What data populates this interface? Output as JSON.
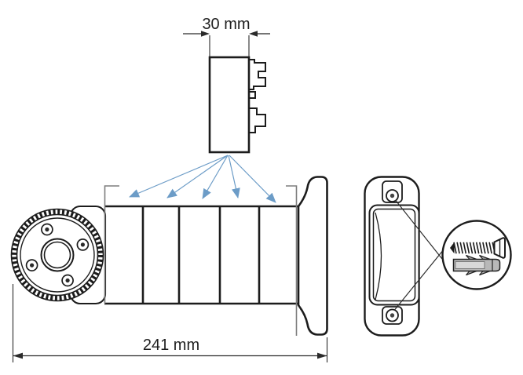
{
  "diagram": {
    "dimension_adapter_width": "30 mm",
    "dimension_motor_length": "241 mm"
  },
  "colors": {
    "line": "#1c1c1c",
    "dim_line": "#2b2b2b",
    "tube_mark_gray": "#7d7d7d",
    "callout_blue": "#6c9cc7",
    "anchor_gray": "#b8b8b8",
    "anchor_slot_gray": "#d8d8d8",
    "background": "#ffffff"
  },
  "icons": {
    "screw": "screw-icon",
    "wall_anchor": "wall-anchor-icon",
    "crown_gear": "crown-gear-wheel"
  }
}
